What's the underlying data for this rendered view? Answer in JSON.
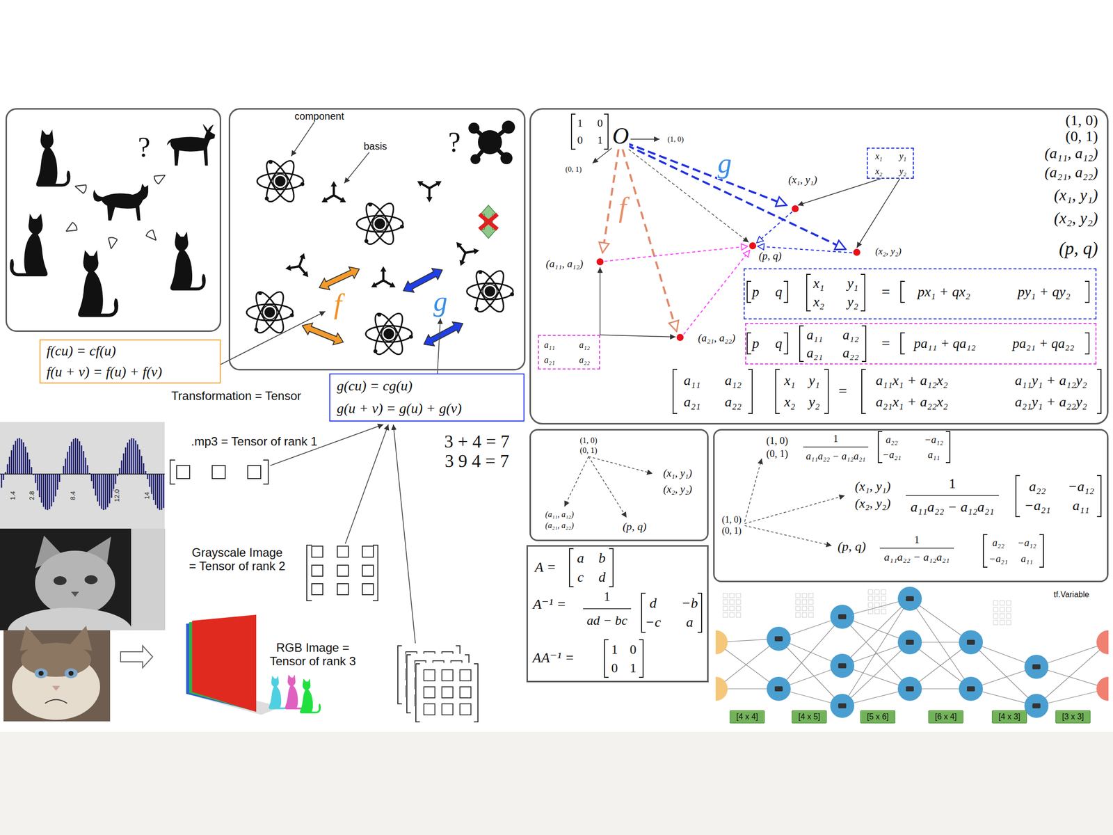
{
  "diagram": {
    "nodes": [
      {
        "text": [
          "?"
        ]
      },
      {
        "text": [
          "component",
          "basis",
          "?",
          "f",
          "g"
        ]
      },
      {
        "text": [
          "f(cu) = cf(u)",
          "f(u + v) = f(u) + f(v)"
        ]
      },
      {
        "text": [
          "g(cu) = cg(u)",
          "g(u + v) = g(u) + g(v)"
        ]
      },
      {
        "text": [
          "1",
          "0",
          "0",
          "1",
          "O",
          "(1, 0)",
          "(0, 1)",
          "g",
          "f",
          "(x₁, y₁)",
          "(p, q)",
          "(x₂, y₂)",
          "(a₁₁, a₁₂)",
          "(a₂₁, a₂₂)",
          "(1, 0)",
          "(0, 1)",
          "(a₁₁, a₁₂)",
          "(a₂₁, a₂₂)",
          "(x₁, y₁)",
          "(x₂, y₂)",
          "(p, q)",
          "a₁₁",
          "a₁₂",
          "a₂₁",
          "a₂₂",
          "x₁",
          "y₁",
          "x₂",
          "y₂",
          "=",
          "a₁₁x₁ + a₁₂x₂",
          "a₁₁y₁ + a₁₂y₂",
          "a₂₁x₁ + a₂₂x₂",
          "a₂₁y₁ + a₂₂y₂"
        ]
      },
      {
        "text": [
          "x₁",
          "y₁",
          "x₂",
          "y₂"
        ],
        "in": 4
      },
      {
        "text": [
          "a₁₁",
          "a₁₂",
          "a₂₁",
          "a₂₂"
        ],
        "in": 4
      },
      {
        "text": [
          "p",
          "q",
          "x₁",
          "y₁",
          "x₂",
          "y₂",
          "=",
          "px₁ + qx₂",
          "py₁ + qy₂"
        ],
        "in": 4
      },
      {
        "text": [
          "p",
          "q",
          "a₁₁",
          "a₁₂",
          "a₂₁",
          "a₂₂",
          "=",
          "pa₁₁ + qa₁₂",
          "pa₂₁ + qa₂₂"
        ],
        "in": 4
      },
      {
        "text": [
          "(1, 0)",
          "(0, 1)",
          "(x₁, y₁)",
          "(x₂, y₂)",
          "(a₁₁, a₁₂)",
          "(a₂₁, a₂₂)",
          "(p, q)"
        ]
      },
      {
        "text": [
          "(1, 0)",
          "(0, 1)",
          "1",
          "a₁₁a₂₂ − a₁₂a₂₁",
          "a₂₂",
          "−a₁₂",
          "−a₂₁",
          "a₁₁",
          "(x₁, y₁)",
          "(x₂, y₂)",
          "1",
          "a₁₁a₂₂ − a₁₂a₂₁",
          "a₂₂",
          "−a₁₂",
          "−a₂₁",
          "a₁₁",
          "(1, 0)",
          "(0, 1)",
          "(p, q)",
          "1",
          "a₁₁a₂₂ − a₁₂a₂₁",
          "a₂₂",
          "−a₁₂",
          "−a₂₁",
          "a₁₁"
        ]
      },
      {
        "text": [
          "A =",
          "a",
          "b",
          "c",
          "d",
          "A⁻¹ =",
          "1",
          "ad − bc",
          "d",
          "−b",
          "−c",
          "a",
          "AA⁻¹ =",
          "1",
          "0",
          "0",
          "1"
        ]
      },
      {
        "text": [
          "[4 x 4]"
        ]
      },
      {
        "text": [
          "[4 x 5]"
        ]
      },
      {
        "text": [
          "[5 x 6]"
        ]
      },
      {
        "text": [
          "[6 x 4]"
        ]
      },
      {
        "text": [
          "[4 x 3]"
        ]
      },
      {
        "text": [
          "[3 x 3]"
        ]
      }
    ],
    "labels": [
      "Transformation = Tensor",
      ".mp3 = Tensor of rank 1",
      "Grayscale Image = Tensor of rank 2",
      "RGB Image = Tensor of rank 3",
      "3 + 4 = 7",
      "3 9 4 = 7",
      "1.4",
      "2.8",
      "8.4",
      "12.0",
      "14",
      "tf.Variable"
    ]
  }
}
